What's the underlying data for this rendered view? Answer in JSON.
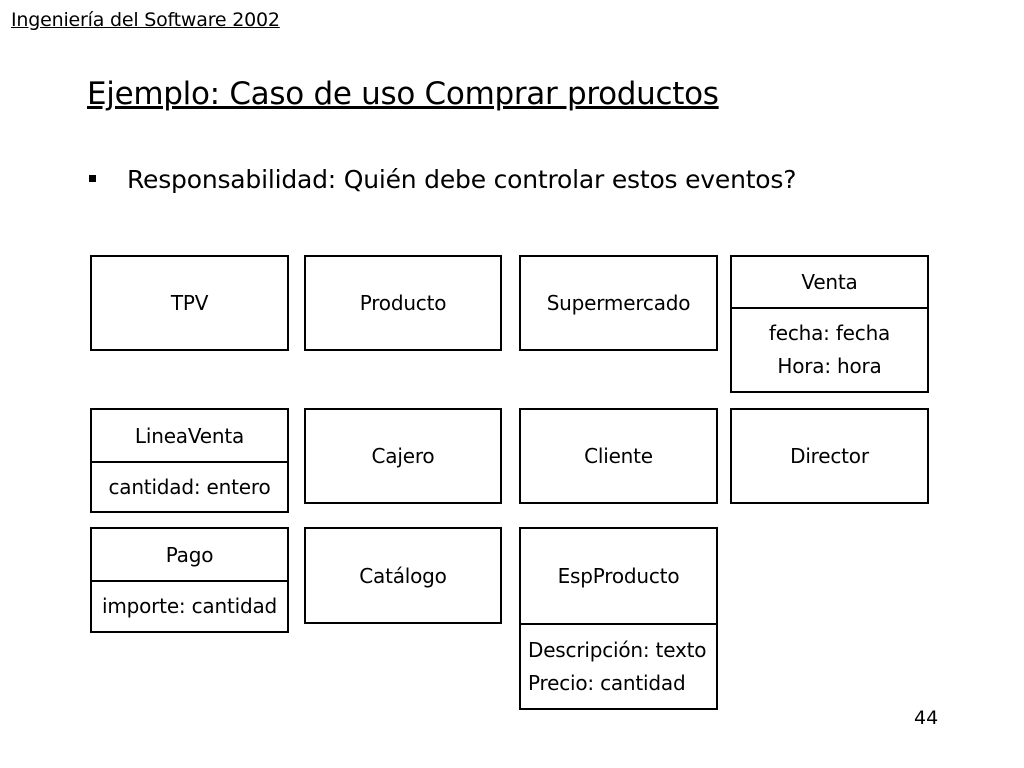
{
  "header": {
    "course": "Ingeniería del Software 2002"
  },
  "slide": {
    "title": "Ejemplo: Caso de uso Comprar productos",
    "bullet": "Responsabilidad: Quién debe controlar estos eventos?",
    "page_number": "44"
  },
  "concepts": {
    "tpv": "TPV",
    "producto": "Producto",
    "supermercado": "Supermercado",
    "cajero": "Cajero",
    "cliente": "Cliente",
    "director": "Director",
    "catalogo": "Catálogo",
    "venta": {
      "name": "Venta",
      "attributes": [
        "fecha: fecha",
        "Hora: hora"
      ]
    },
    "lineaventa": {
      "name": "LineaVenta",
      "attributes": [
        "cantidad: entero"
      ]
    },
    "pago": {
      "name": "Pago",
      "attributes": [
        "importe: cantidad"
      ]
    },
    "espproducto": {
      "name": "EspProducto",
      "attributes": [
        "Descripción: texto",
        "Precio: cantidad"
      ]
    }
  }
}
